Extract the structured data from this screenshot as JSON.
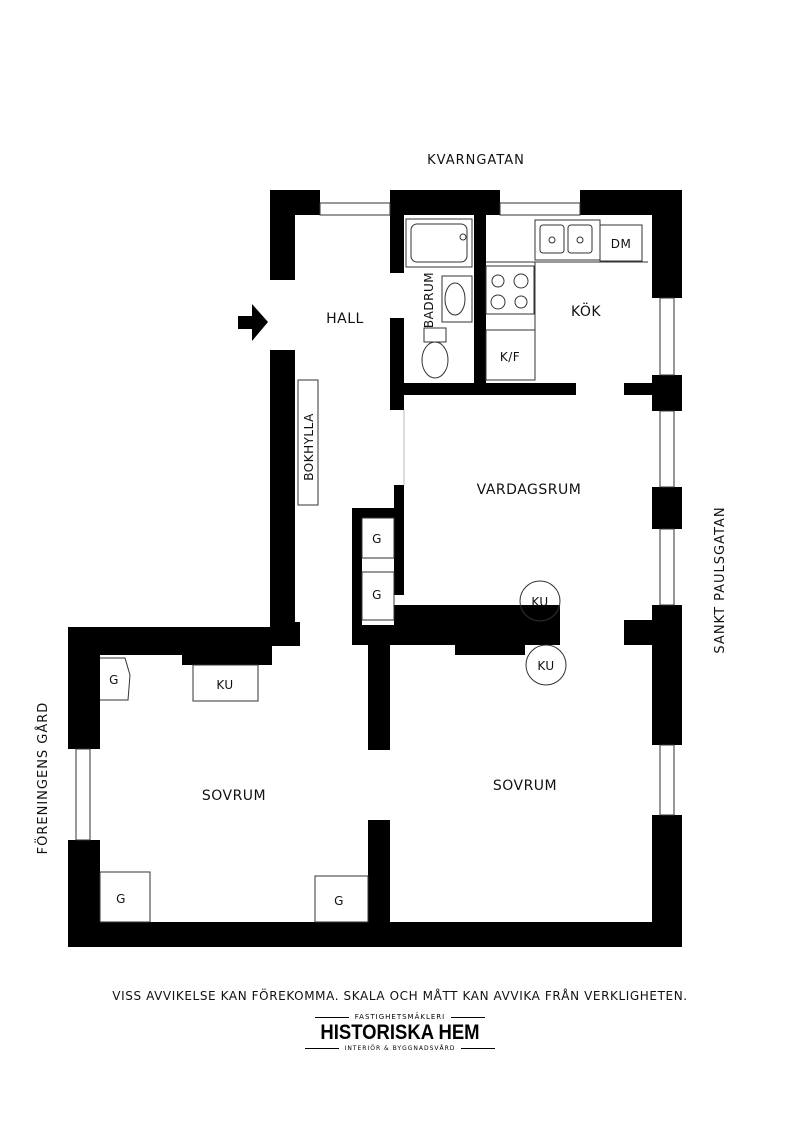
{
  "streets": {
    "top": "KVARNGATAN",
    "right": "SANKT PAULSGATAN",
    "left": "FÖRENINGENS GÅRD"
  },
  "rooms": {
    "hall": "HALL",
    "badrum": "BADRUM",
    "kok": "KÖK",
    "dm": "DM",
    "kf": "K/F",
    "bokhylla": "BOKHYLLA",
    "vardagsrum": "VARDAGSRUM",
    "sovrum_left": "SOVRUM",
    "sovrum_right": "SOVRUM"
  },
  "fixtures": {
    "g": "G",
    "ku": "KU"
  },
  "disclaimer": "VISS AVVIKELSE KAN FÖREKOMMA. SKALA OCH MÅTT KAN AVVIKA FRÅN VERKLIGHETEN.",
  "logo": {
    "top": "FASTIGHETSMÄKLERI",
    "main": "HISTORISKA HEM",
    "bottom": "INTERIÖR & BYGGNADSVÅRD"
  }
}
